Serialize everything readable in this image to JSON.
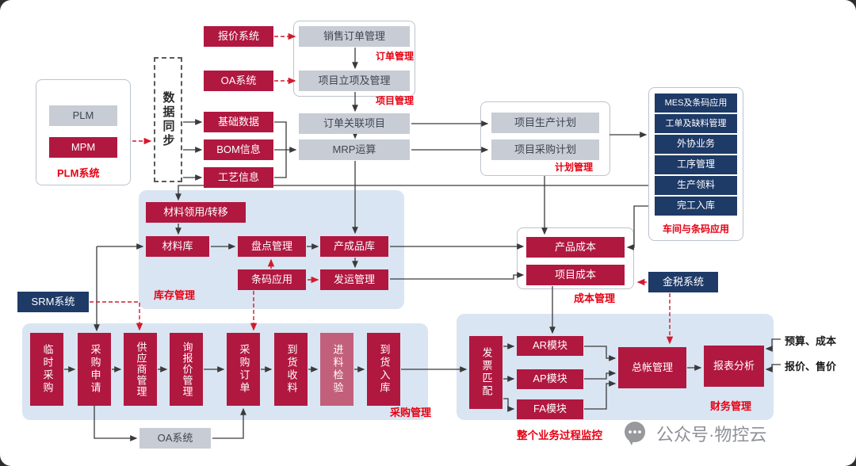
{
  "colors": {
    "node_red": "#b01840",
    "node_red_light": "#c2607b",
    "node_navy": "#1e3a67",
    "node_gray": "#c8ccd4",
    "panel_blue": "#d9e5f2",
    "label_red": "#e60012"
  },
  "top_group": {
    "quote_system": "报价系统",
    "sales_order_mgmt": "销售订单管理",
    "order_mgmt_label": "订单管理",
    "oa_system": "OA系统",
    "project_setup": "项目立项及管理",
    "project_mgmt_label": "项目管理",
    "order_link_project": "订单关联项目",
    "mrp_run": "MRP运算"
  },
  "plm_panel": {
    "plm": "PLM",
    "mpm": "MPM",
    "label": "PLM系统"
  },
  "data_sync": "数据同步",
  "master_data": {
    "basic_data": "基础数据",
    "bom_info": "BOM信息",
    "craft_info": "工艺信息"
  },
  "plan_panel": {
    "production_plan": "项目生产计划",
    "purchase_plan": "项目采购计划",
    "label": "计划管理"
  },
  "workshop_panel": {
    "items": [
      "MES及条码应用",
      "工单及缺料管理",
      "外协业务",
      "工序管理",
      "生产领料",
      "完工入库"
    ],
    "label": "车间与条码应用"
  },
  "inventory_panel": {
    "material_transfer": "材料领用/转移",
    "material_store": "材料库",
    "stock_check": "盘点管理",
    "finished_goods_store": "产成品库",
    "barcode_app": "条码应用",
    "shipping_mgmt": "发运管理",
    "label": "库存管理"
  },
  "cost_panel": {
    "product_cost": "产品成本",
    "project_cost": "项目成本",
    "label": "成本管理"
  },
  "golden_tax": "金税系统",
  "srm": "SRM系统",
  "purchase_panel": {
    "items": [
      "临时采购",
      "采购申请",
      "供应商管理",
      "询报价管理",
      "采购订单",
      "到货收料",
      "进料检验",
      "到货入库"
    ],
    "label": "采购管理"
  },
  "oa_bottom": "OA系统",
  "finance_panel": {
    "invoice_match": "发票匹配",
    "ar_module": "AR模块",
    "ap_module": "AP模块",
    "fa_module": "FA模块",
    "general_ledger": "总帐管理",
    "report_analysis": "报表分析",
    "label": "财务管理",
    "budget_cost": "预算、成本",
    "quote_price": "报价、售价"
  },
  "process_monitor": "整个业务过程监控",
  "watermark": "公众号·物控云"
}
